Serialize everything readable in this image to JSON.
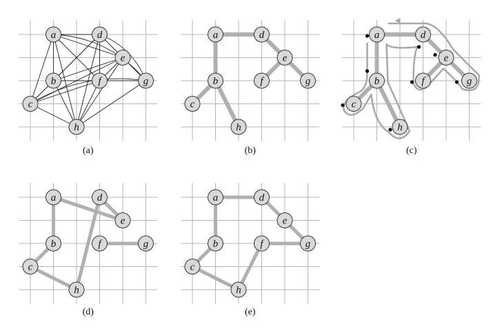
{
  "panels": [
    {
      "id": "a",
      "caption": "(a)",
      "kind": "complete",
      "nodes": [
        {
          "name": "a",
          "gx": 1,
          "gy": 0
        },
        {
          "name": "d",
          "gx": 3,
          "gy": 0
        },
        {
          "name": "e",
          "gx": 4,
          "gy": 1
        },
        {
          "name": "b",
          "gx": 1,
          "gy": 2
        },
        {
          "name": "f",
          "gx": 3,
          "gy": 2
        },
        {
          "name": "g",
          "gx": 5,
          "gy": 2
        },
        {
          "name": "c",
          "gx": 0,
          "gy": 3
        },
        {
          "name": "h",
          "gx": 2,
          "gy": 4
        }
      ],
      "edges": []
    },
    {
      "id": "b",
      "caption": "(b)",
      "kind": "tree",
      "nodes": [
        {
          "name": "a",
          "gx": 1,
          "gy": 0
        },
        {
          "name": "d",
          "gx": 3,
          "gy": 0
        },
        {
          "name": "e",
          "gx": 4,
          "gy": 1
        },
        {
          "name": "b",
          "gx": 1,
          "gy": 2
        },
        {
          "name": "f",
          "gx": 3,
          "gy": 2
        },
        {
          "name": "g",
          "gx": 5,
          "gy": 2
        },
        {
          "name": "c",
          "gx": 0,
          "gy": 3
        },
        {
          "name": "h",
          "gx": 2,
          "gy": 4
        }
      ],
      "edges": [
        [
          "a",
          "d"
        ],
        [
          "a",
          "b"
        ],
        [
          "d",
          "e"
        ],
        [
          "e",
          "f"
        ],
        [
          "e",
          "g"
        ],
        [
          "b",
          "c"
        ],
        [
          "b",
          "h"
        ]
      ]
    },
    {
      "id": "c",
      "caption": "(c)",
      "kind": "walk",
      "nodes": [
        {
          "name": "a",
          "gx": 1,
          "gy": 0
        },
        {
          "name": "d",
          "gx": 3,
          "gy": 0
        },
        {
          "name": "e",
          "gx": 4,
          "gy": 1
        },
        {
          "name": "b",
          "gx": 1,
          "gy": 2
        },
        {
          "name": "f",
          "gx": 3,
          "gy": 2
        },
        {
          "name": "g",
          "gx": 5,
          "gy": 2
        },
        {
          "name": "c",
          "gx": 0,
          "gy": 3
        },
        {
          "name": "h",
          "gx": 2,
          "gy": 4
        }
      ],
      "edges": [
        [
          "a",
          "d"
        ],
        [
          "a",
          "b"
        ],
        [
          "d",
          "e"
        ],
        [
          "e",
          "f"
        ],
        [
          "e",
          "g"
        ],
        [
          "b",
          "c"
        ],
        [
          "b",
          "h"
        ]
      ]
    },
    {
      "id": "d",
      "caption": "(d)",
      "kind": "tour",
      "nodes": [
        {
          "name": "a",
          "gx": 1,
          "gy": 0
        },
        {
          "name": "d",
          "gx": 3,
          "gy": 0
        },
        {
          "name": "e",
          "gx": 4,
          "gy": 1
        },
        {
          "name": "b",
          "gx": 1,
          "gy": 2
        },
        {
          "name": "f",
          "gx": 3,
          "gy": 2
        },
        {
          "name": "g",
          "gx": 5,
          "gy": 2
        },
        {
          "name": "c",
          "gx": 0,
          "gy": 3
        },
        {
          "name": "h",
          "gx": 2,
          "gy": 4
        }
      ],
      "edges": [
        [
          "a",
          "b"
        ],
        [
          "b",
          "c"
        ],
        [
          "c",
          "h"
        ],
        [
          "h",
          "d"
        ],
        [
          "d",
          "e"
        ],
        [
          "e",
          "a"
        ],
        [
          "f",
          "g"
        ]
      ]
    },
    {
      "id": "e",
      "caption": "(e)",
      "kind": "tour",
      "nodes": [
        {
          "name": "a",
          "gx": 1,
          "gy": 0
        },
        {
          "name": "d",
          "gx": 3,
          "gy": 0
        },
        {
          "name": "e",
          "gx": 4,
          "gy": 1
        },
        {
          "name": "b",
          "gx": 1,
          "gy": 2
        },
        {
          "name": "f",
          "gx": 3,
          "gy": 2
        },
        {
          "name": "g",
          "gx": 5,
          "gy": 2
        },
        {
          "name": "c",
          "gx": 0,
          "gy": 3
        },
        {
          "name": "h",
          "gx": 2,
          "gy": 4
        }
      ],
      "edges": [
        [
          "a",
          "d"
        ],
        [
          "d",
          "e"
        ],
        [
          "e",
          "g"
        ],
        [
          "g",
          "f"
        ],
        [
          "f",
          "h"
        ],
        [
          "h",
          "c"
        ],
        [
          "c",
          "b"
        ],
        [
          "b",
          "a"
        ]
      ]
    }
  ],
  "colors": {
    "node_fill": "#d9d9d9",
    "highlight_edge": "#b0b0b0",
    "grid": "#b5b5b5"
  }
}
